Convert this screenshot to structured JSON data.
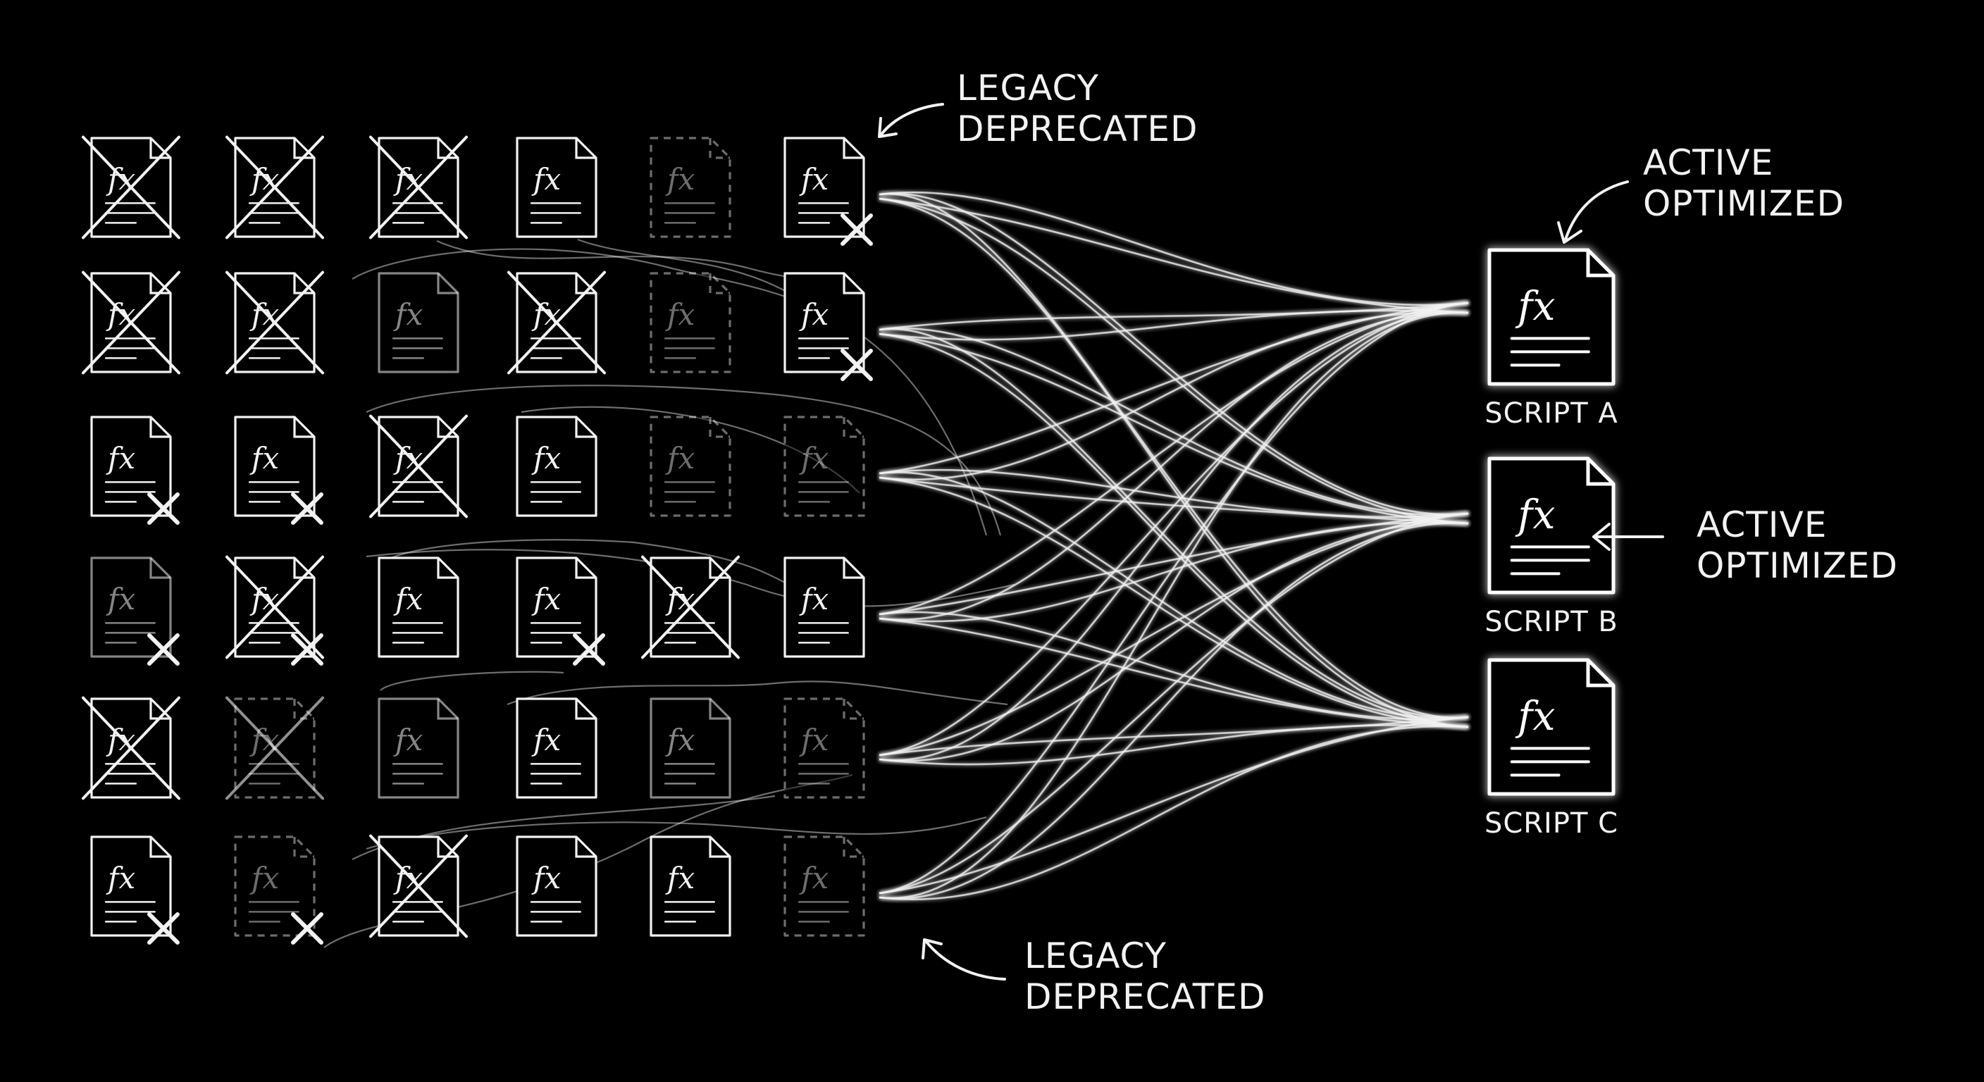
{
  "annotations": {
    "legacy_top": [
      "LEGACY",
      "DEPRECATED"
    ],
    "active_top": [
      "ACTIVE",
      "OPTIMIZED"
    ],
    "active_mid": [
      "ACTIVE",
      "OPTIMIZED"
    ],
    "legacy_bottom": [
      "LEGACY",
      "DEPRECATED"
    ]
  },
  "targets": [
    {
      "label": "SCRIPT A"
    },
    {
      "label": "SCRIPT B"
    },
    {
      "label": "SCRIPT C"
    }
  ],
  "icon_glyph": "fx",
  "legacy_grid": [
    [
      "crossed",
      "crossed",
      "crossed",
      "plain",
      "dashed",
      "x-mark"
    ],
    [
      "crossed",
      "crossed",
      "dim",
      "crossed",
      "dashed",
      "x-mark"
    ],
    [
      "x-mark",
      "x-mark",
      "crossed",
      "plain",
      "dashed",
      "dashed"
    ],
    [
      "dim-x",
      "crossed-x",
      "plain",
      "x-mark",
      "crossed",
      "plain"
    ],
    [
      "crossed",
      "dashed-crossed",
      "dim",
      "plain",
      "dim",
      "dashed"
    ],
    [
      "x-mark",
      "dashed-x",
      "crossed",
      "plain",
      "plain",
      "dashed"
    ]
  ],
  "colors": {
    "background": "#000000",
    "ink": "#f2f2f2",
    "glow": "#ffffff"
  }
}
